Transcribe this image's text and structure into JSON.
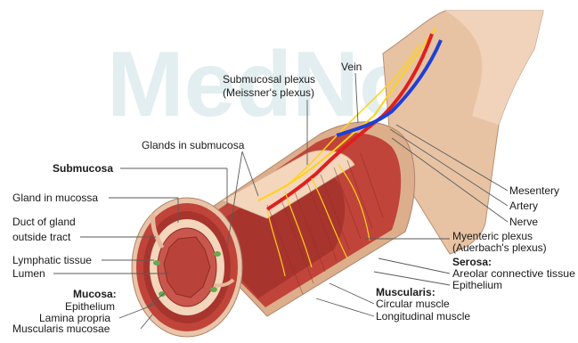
{
  "watermark": "MedNord",
  "labels": {
    "vein": "Vein",
    "submucosal_plexus": "Submucosal plexus",
    "meissners_plexus": "(Meissner's plexus)",
    "glands_in_submucosa": "Glands in submucosa",
    "submucosa": "Submucosa",
    "gland_in_mucosa": "Gland in mucossa",
    "duct_of_gland": "Duct of gland",
    "outside_tract": "outside tract",
    "lymphatic_tissue": "Lymphatic tissue",
    "lumen": "Lumen",
    "mucosa_heading": "Mucosa:",
    "epithelium_mucosa": "Epithelium",
    "lamina_propria": "Lamina propria",
    "muscularis_mucosae": "Muscularis mucosae",
    "mesentery": "Mesentery",
    "artery": "Artery",
    "nerve": "Nerve",
    "myenteric_plexus": "Myenteric plexus",
    "auerbachs_plexus": "(Auerbach's plexus)",
    "serosa_heading": "Serosa:",
    "areolar_connective_tissue": "Areolar connective tissue",
    "epithelium_serosa": "Epithelium",
    "muscularis_heading": "Muscularis:",
    "circular_muscle": "Circular muscle",
    "longitudinal_muscle": "Longitudinal muscle"
  },
  "colors": {
    "serosa": "#e8c4a8",
    "muscle": "#c0443a",
    "muscle_dark": "#8e2b24",
    "submucosa": "#f3d6bb",
    "mucosa": "#c9574d",
    "artery": "#e01f1f",
    "vein": "#1f3fd6",
    "nerve": "#ffd21a"
  }
}
